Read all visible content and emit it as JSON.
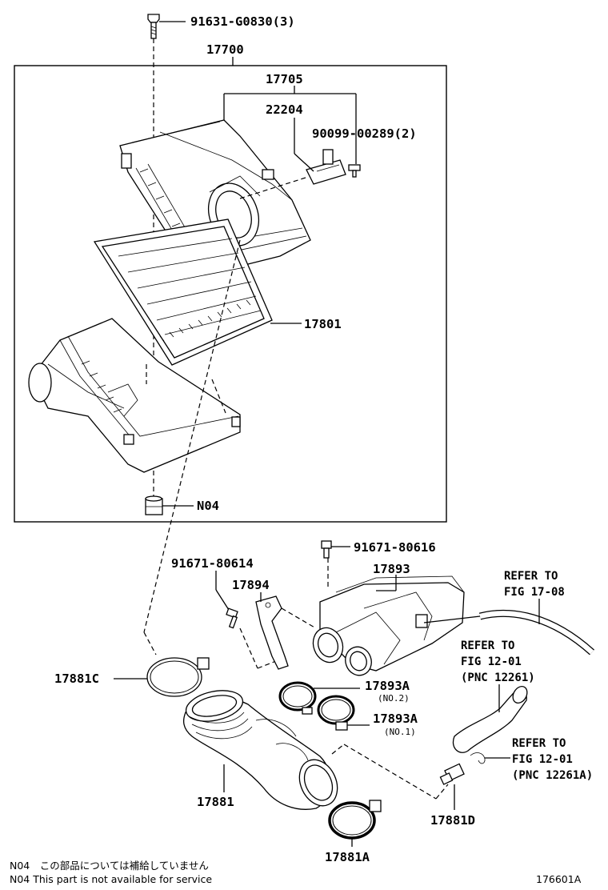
{
  "labels": {
    "bolt_top": "91631-G0830(3)",
    "assembly": "17700",
    "cap_sub": "17705",
    "sensor": "22204",
    "screw": "90099-00289(2)",
    "element": "17801",
    "n04": "N04",
    "bolt_a": "91671-80614",
    "bracket": "17894",
    "bolt_b": "91671-80616",
    "resonator": "17893",
    "clamp_c": "17881C",
    "clamp_no2": "17893A",
    "clamp_no2_sub": "(NO.2)",
    "clamp_no1": "17893A",
    "clamp_no1_sub": "(NO.1)",
    "hose": "17881",
    "clamp_a": "17881A",
    "connector_d": "17881D"
  },
  "refers": {
    "r1_line1": "REFER TO",
    "r1_line2": "FIG 17-08",
    "r2_line1": "REFER TO",
    "r2_line2": "FIG 12-01",
    "r2_line3": "(PNC 12261)",
    "r3_line1": "REFER TO",
    "r3_line2": "FIG 12-01",
    "r3_line3": "(PNC 12261A)"
  },
  "notes": {
    "jp": "N04　この部品については補給していません",
    "en": "N04  This part is not available for service"
  },
  "figure_number": "176601A"
}
